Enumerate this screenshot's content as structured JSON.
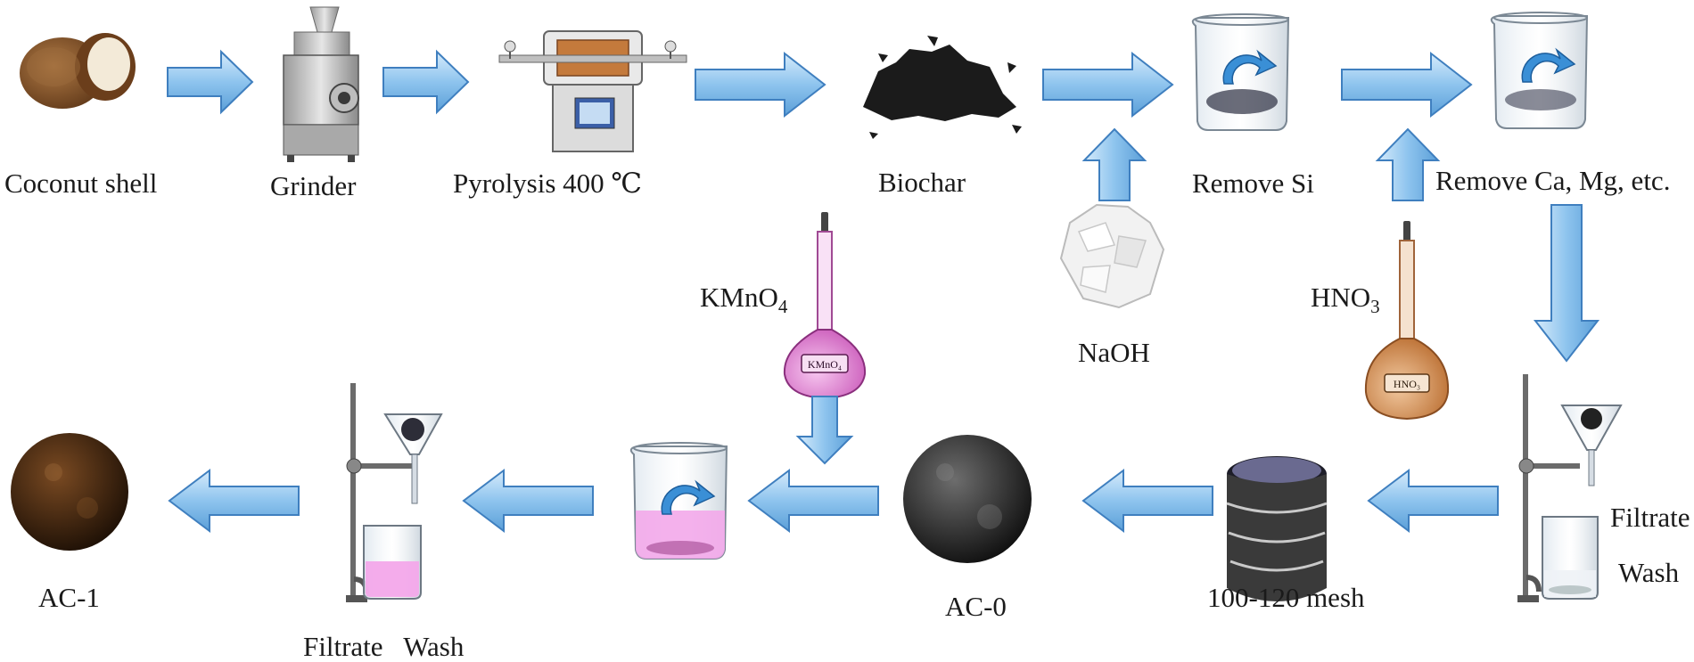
{
  "labels": {
    "coconut_shell": "Coconut shell",
    "grinder": "Grinder",
    "pyrolysis": "Pyrolysis  400 ℃",
    "biochar": "Biochar",
    "remove_si": "Remove Si",
    "remove_ca_mg": "Remove Ca, Mg, etc.",
    "naoh": "NaOH",
    "hno3_base": "HNO",
    "hno3_sub": "3",
    "kmno4_base": "KMnO",
    "kmno4_sub": "4",
    "flask_kmno4_text": "KMnO₄",
    "flask_hno3_text": "HNO₃",
    "filtrate_right": "Filtrate",
    "wash_right": "Wash",
    "mesh": "100-120  mesh",
    "ac0": "AC-0",
    "ac1": "AC-1",
    "filtrate_wash_left": "Filtrate   Wash"
  },
  "icons": {
    "coconut": "coconut-shell-icon",
    "grinder": "grinder-machine-icon",
    "furnace": "tube-furnace-icon",
    "biochar": "biochar-pile-icon",
    "beaker": "stirring-beaker-icon",
    "naoh": "naoh-flakes-icon",
    "flask": "volumetric-flask-icon",
    "filter": "filtration-stand-icon",
    "sieve": "sieve-stack-icon",
    "ac_ball": "activated-carbon-ball-icon",
    "arrow": "process-arrow-icon"
  },
  "colors": {
    "arrow_fill": "#8ec4ee",
    "arrow_stroke": "#3f7fbf",
    "kmno4_flask": "#e58fd8",
    "hno3_flask": "#d98a4a",
    "pink_solution": "#f3a8ea"
  }
}
